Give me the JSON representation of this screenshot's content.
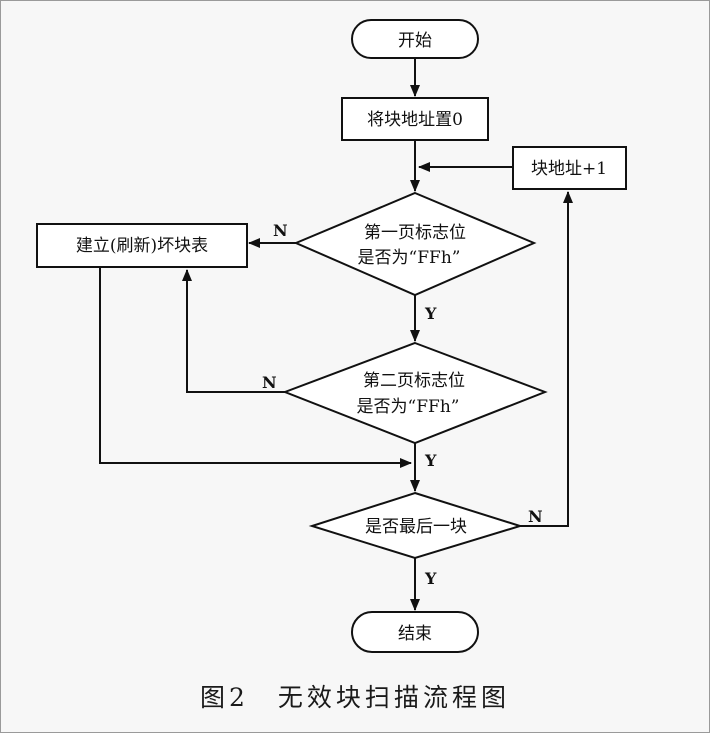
{
  "nodes": {
    "start": "开始",
    "set_zero": "将块地址置0",
    "increment": "块地址+1",
    "build_table": "建立(刷新)坏块表",
    "check_first_line1": "第一页标志位",
    "check_first_line2": "是否为“FFh”",
    "check_second_line1": "第二页标志位",
    "check_second_line2": "是否为“FFh”",
    "check_last": "是否最后一块",
    "end": "结束"
  },
  "edges": {
    "yes": "Y",
    "no": "N"
  },
  "caption": "图2　无效块扫描流程图"
}
